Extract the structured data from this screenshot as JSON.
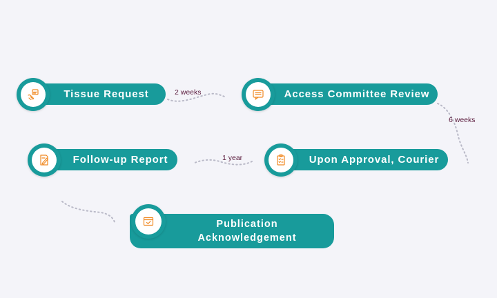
{
  "steps": {
    "tissue_request": "Tissue Request",
    "access_committee_review": "Access Committee Review",
    "followup_report": "Follow-up Report",
    "upon_approval": "Upon Approval, Courier",
    "publication_line1": "Publication",
    "publication_line2": "Acknowledgement"
  },
  "durations": {
    "d1": "2 weeks",
    "d2": "6 weeks",
    "d3": "1 year"
  },
  "icons": {
    "tissue_request": "handshake-document-icon",
    "access_committee_review": "speech-bubble-icon",
    "followup_report": "document-pen-icon",
    "upon_approval": "clipboard-checklist-icon",
    "publication": "calendar-check-icon"
  },
  "colors": {
    "teal": "#189b9b",
    "icon_orange": "#f08a24",
    "duration_text": "#5a1a3c",
    "dots": "#b9b9c7"
  }
}
